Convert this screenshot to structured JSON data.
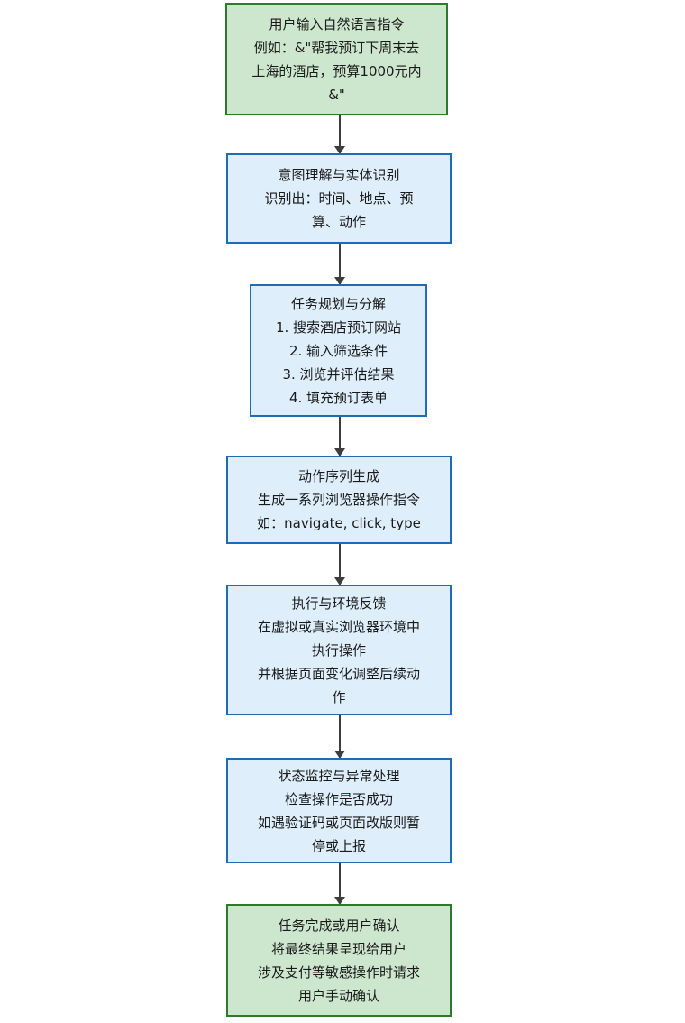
{
  "diagram": {
    "type": "flowchart",
    "orientation": "top-to-bottom",
    "background_color": "#ffffff",
    "palette": {
      "green_fill": "#cde7ce",
      "green_border": "#2d7a2d",
      "blue_fill": "#deeefb",
      "blue_border": "#1f6cb6",
      "arrow_color": "#3d3d3d",
      "text_color": "#1a1a1a"
    },
    "nodes": [
      {
        "id": "user-input",
        "style": "green",
        "lines": [
          "用户输入自然语言指令",
          "例如：&\"帮我预订下周末去",
          "上海的酒店，预算1000元内",
          "&\""
        ]
      },
      {
        "id": "intent",
        "style": "blue",
        "lines": [
          "意图理解与实体识别",
          "识别出：时间、地点、预",
          "算、动作"
        ]
      },
      {
        "id": "planning",
        "style": "blue",
        "lines": [
          "任务规划与分解",
          "1. 搜索酒店预订网站",
          "2. 输入筛选条件",
          "3. 浏览并评估结果",
          "4. 填充预订表单"
        ]
      },
      {
        "id": "action-sequence",
        "style": "blue",
        "lines": [
          "动作序列生成",
          "生成一系列浏览器操作指令",
          "如：navigate, click, type"
        ]
      },
      {
        "id": "execution",
        "style": "blue",
        "lines": [
          "执行与环境反馈",
          "在虚拟或真实浏览器环境中",
          "执行操作",
          "并根据页面变化调整后续动",
          "作"
        ]
      },
      {
        "id": "monitoring",
        "style": "blue",
        "lines": [
          "状态监控与异常处理",
          "检查操作是否成功",
          "如遇验证码或页面改版则暂",
          "停或上报"
        ]
      },
      {
        "id": "completion",
        "style": "green",
        "lines": [
          "任务完成或用户确认",
          "将最终结果呈现给用户",
          "涉及支付等敏感操作时请求",
          "用户手动确认"
        ]
      }
    ],
    "edges": [
      {
        "id": "conn-1",
        "from": "user-input",
        "to": "intent",
        "label": ""
      },
      {
        "id": "conn-2",
        "from": "intent",
        "to": "planning",
        "label": ""
      },
      {
        "id": "conn-3",
        "from": "planning",
        "to": "action-sequence",
        "label": ""
      },
      {
        "id": "conn-4",
        "from": "action-sequence",
        "to": "execution",
        "label": ""
      },
      {
        "id": "conn-5",
        "from": "execution",
        "to": "monitoring",
        "label": ""
      },
      {
        "id": "conn-6",
        "from": "monitoring",
        "to": "completion",
        "label": ""
      }
    ]
  }
}
